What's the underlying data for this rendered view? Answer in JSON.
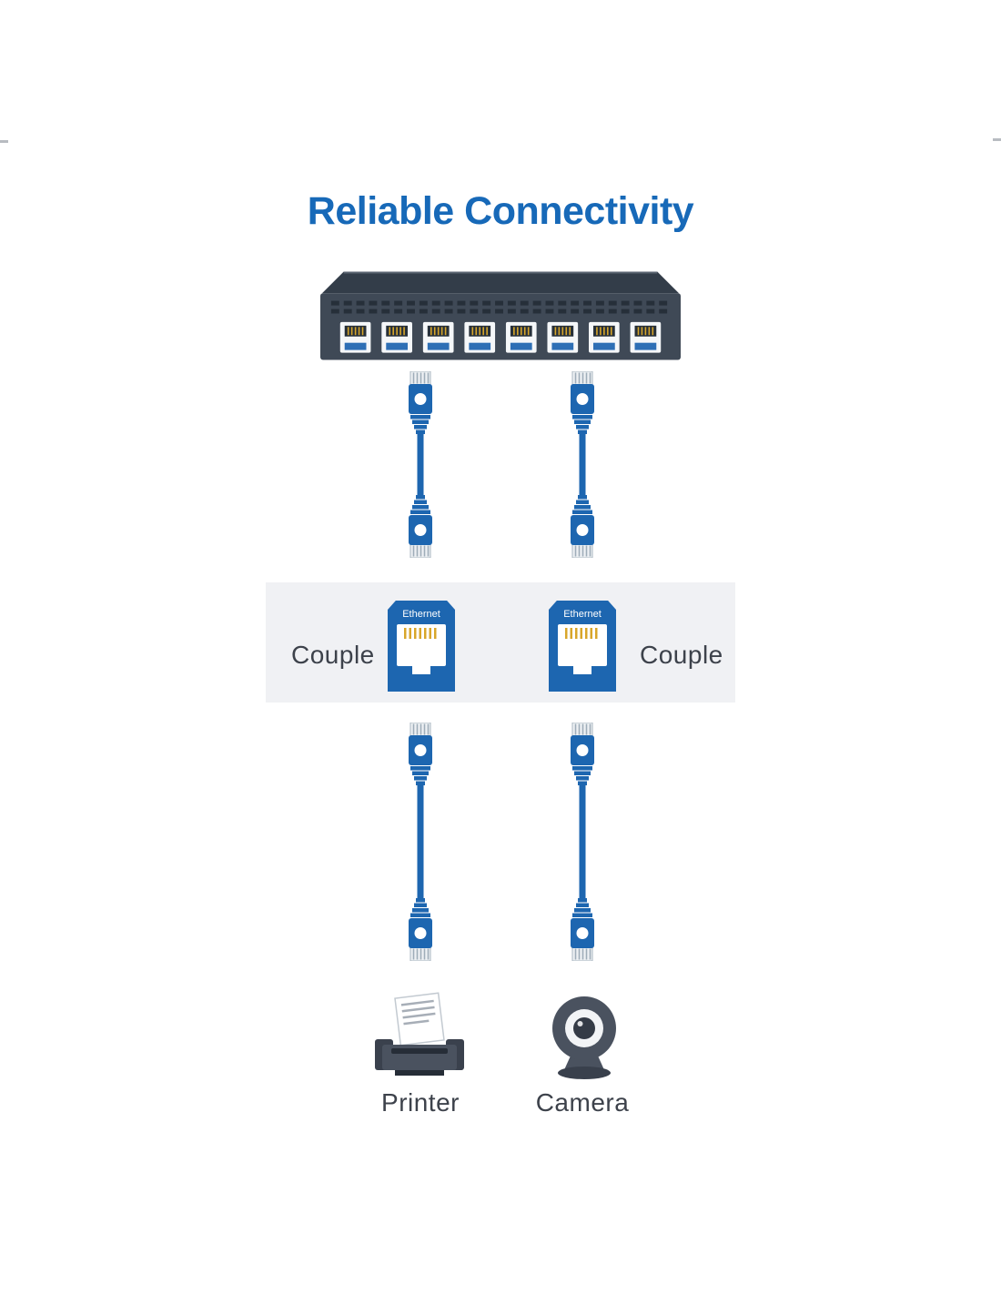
{
  "title": "Reliable Connectivity",
  "couplers": {
    "left": {
      "label": "Couple",
      "port_label": "Ethernet"
    },
    "right": {
      "label": "Couple",
      "port_label": "Ethernet"
    }
  },
  "devices": {
    "printer": {
      "label": "Printer"
    },
    "camera": {
      "label": "Camera"
    }
  },
  "icons": {
    "switch": "network-switch-icon",
    "cable": "ethernet-cable-icon",
    "coupler": "rj45-coupler-icon",
    "printer": "printer-icon",
    "camera": "webcam-icon"
  },
  "colors": {
    "title_blue": "#1769b8",
    "cable_blue": "#1d66b0",
    "switch_dark": "#3f4956",
    "band_gray": "#f0f1f4",
    "label_gray": "#3d424b",
    "pin_gold": "#d8a62a"
  }
}
